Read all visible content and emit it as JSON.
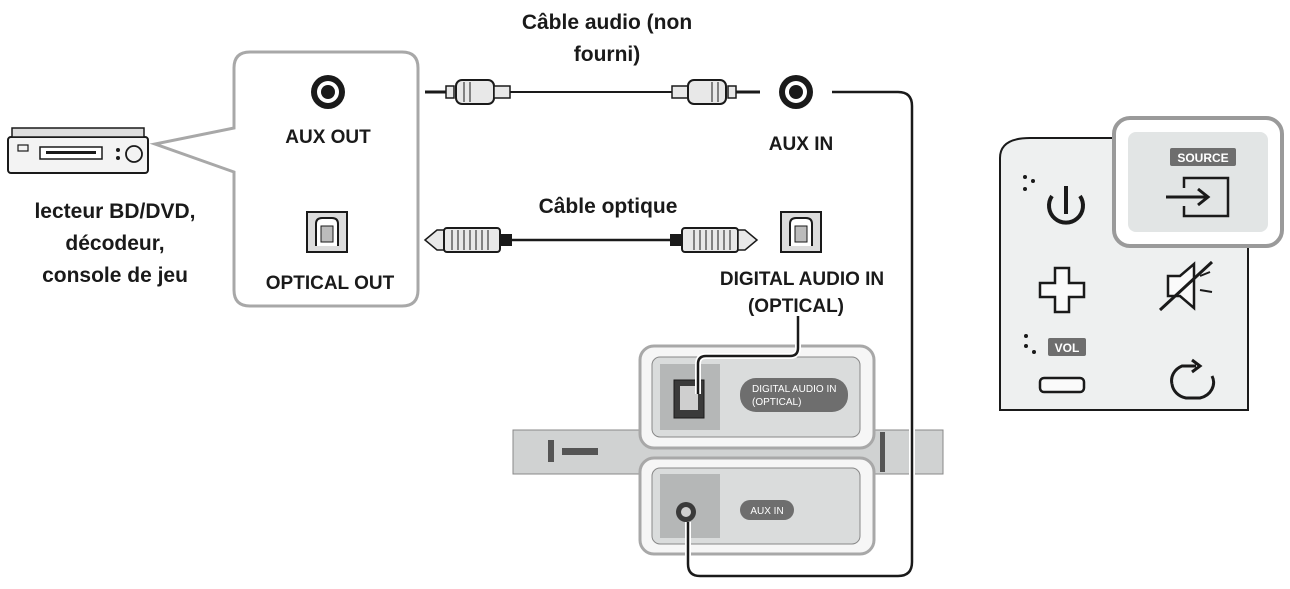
{
  "device": {
    "label_lines": [
      "lecteur BD/DVD,",
      "décodeur,",
      "console de jeu"
    ]
  },
  "source_ports": {
    "aux_out": "AUX OUT",
    "optical_out": "OPTICAL OUT"
  },
  "cables": {
    "audio_cable_lines": [
      "Câble audio (non",
      "fourni)"
    ],
    "optical_cable": "Câble optique"
  },
  "soundbar_ports": {
    "aux_in": "AUX IN",
    "digital_audio_in_lines": [
      "DIGITAL AUDIO IN",
      "(OPTICAL)"
    ]
  },
  "soundbar_panel": {
    "digital_in_label_lines": [
      "DIGITAL AUDIO IN",
      "(OPTICAL)"
    ],
    "aux_in_label": "AUX IN"
  },
  "remote": {
    "source_label": "SOURCE",
    "vol_label": "VOL"
  },
  "colors": {
    "outline": "#1a1a1a",
    "panel_fill": "#e9ecec",
    "panel_dark": "#6e6e6e",
    "highlight_box": "#9a9a9a",
    "source_button_bg": "#e2e5e5"
  }
}
